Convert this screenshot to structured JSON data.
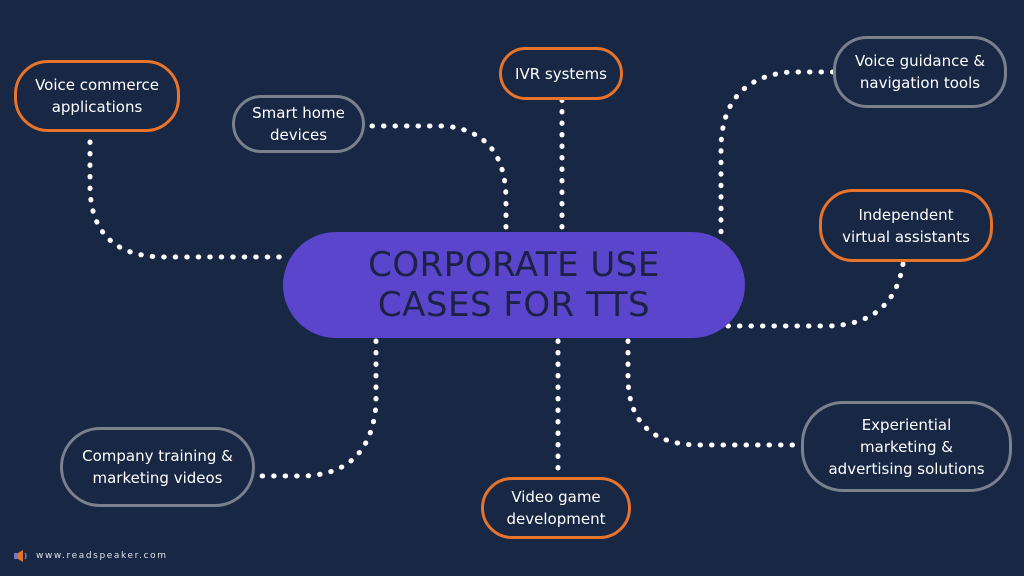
{
  "diagram": {
    "center_label": "CORPORATE USE\nCASES FOR TTS",
    "nodes": [
      {
        "id": "voice-commerce",
        "label": "Voice commerce\napplications",
        "style": "orange"
      },
      {
        "id": "smart-home",
        "label": "Smart home\ndevices",
        "style": "grey"
      },
      {
        "id": "ivr",
        "label": "IVR systems",
        "style": "orange"
      },
      {
        "id": "voice-guidance",
        "label": "Voice guidance &\nnavigation tools",
        "style": "grey"
      },
      {
        "id": "virtual-assistants",
        "label": "Independent\nvirtual assistants",
        "style": "orange"
      },
      {
        "id": "experiential-marketing",
        "label": "Experiential\nmarketing &\nadvertising solutions",
        "style": "grey"
      },
      {
        "id": "video-game",
        "label": "Video game\ndevelopment",
        "style": "orange"
      },
      {
        "id": "company-training",
        "label": "Company training &\nmarketing videos",
        "style": "grey"
      }
    ]
  },
  "footer": {
    "website": "www.readspeaker.com"
  },
  "colors": {
    "background": "#182744",
    "center_fill": "#5b45cc",
    "center_text": "#1d2144",
    "accent_orange": "#e8732a",
    "neutral_grey": "#7b818c",
    "connector": "#ffffff"
  }
}
